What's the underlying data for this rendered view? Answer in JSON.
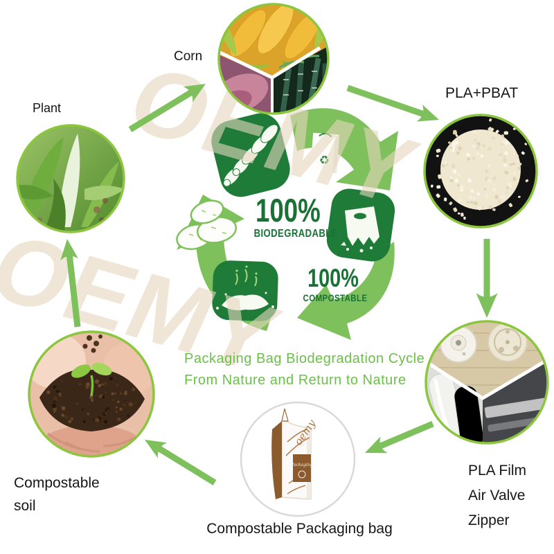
{
  "watermark": {
    "text": "OEMY"
  },
  "caption": {
    "line1": "Packaging Bag Biodegradation Cycle",
    "line2": "From Nature and Return to Nature"
  },
  "center": {
    "badge_biodegradable": {
      "value": "100%",
      "label": "BIODEGRADABLE"
    },
    "badge_compostable": {
      "value": "100%",
      "label": "COMPOSTABLE"
    },
    "recycle_symbol": "♻"
  },
  "nodes": {
    "plant": {
      "label": "Plant"
    },
    "corn": {
      "label": "Corn"
    },
    "pla_pbat": {
      "label": "PLA+PBAT"
    },
    "pla_film": {
      "line1": "PLA Film",
      "line2": "Air Valve",
      "line3": "Zipper"
    },
    "packaging_bag": {
      "label": "Compostable Packaging bag"
    },
    "soil": {
      "line1": "Compostable",
      "line2": "soil"
    }
  },
  "bag_graphic": {
    "brand_script": "oemy",
    "label_script": "Packaging"
  },
  "icons": {
    "recycle_arrows": "recycle-arrows-icon",
    "corn_cobs": "corn-cobs-icon",
    "paper_bag": "paper-bag-icon",
    "degrading_bag": "degrading-bag-icon",
    "compost_powder": "compost-powder-icon",
    "potatoes": "potatoes-icon"
  },
  "colors": {
    "arrow_green": "#7ec15c",
    "dark_green": "#1e7b38",
    "circle_border_green": "#8cc63f",
    "caption_green": "#6cc04a",
    "badge_green": "#1a7135",
    "watermark_beige": "#e6d7bd",
    "bag_brown": "#8b5b2e"
  }
}
